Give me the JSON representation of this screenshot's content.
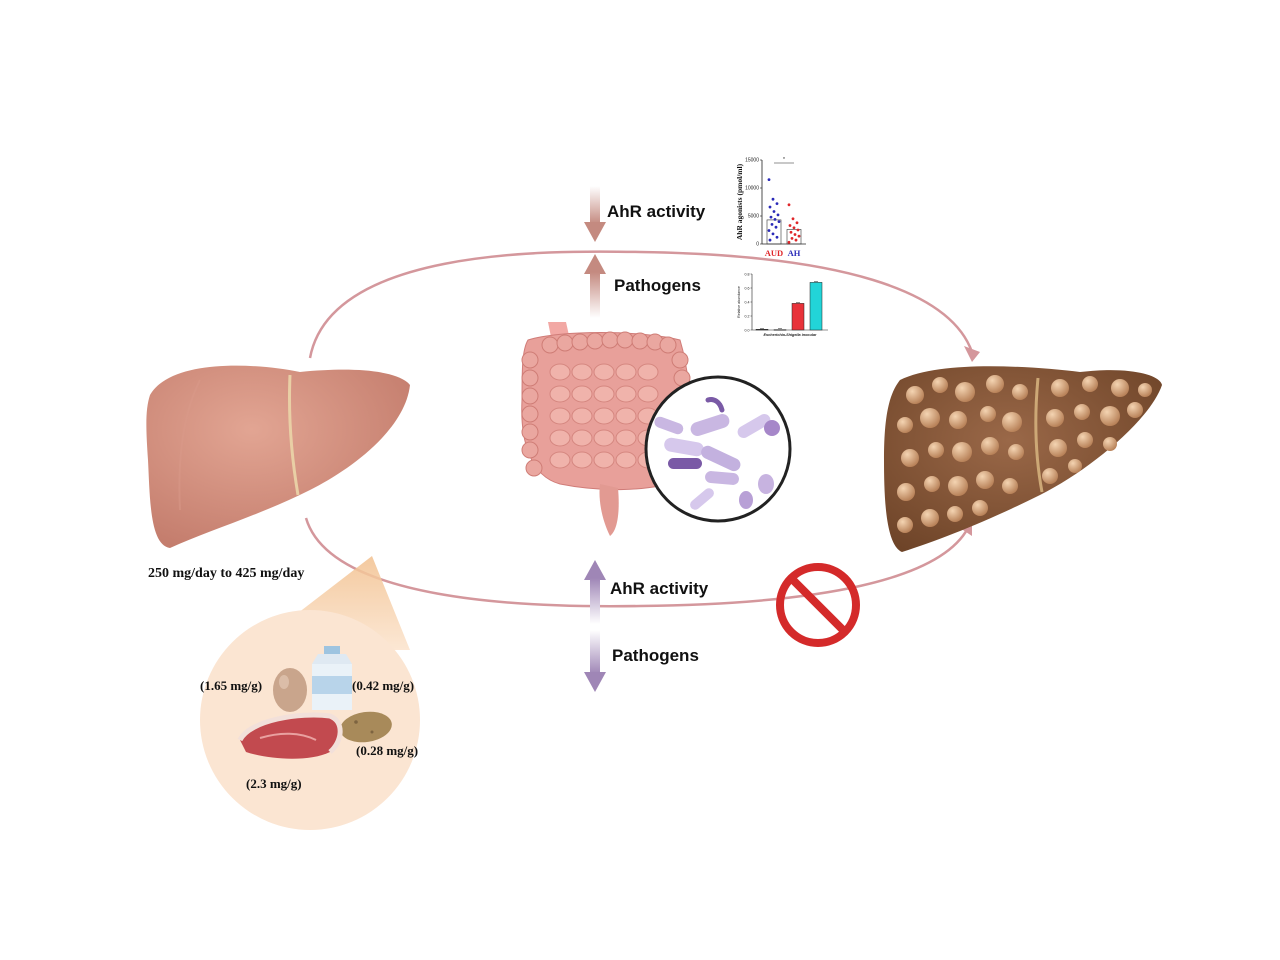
{
  "labels": {
    "ahr_activity_top": "AhR activity",
    "pathogens_top": "Pathogens",
    "ahr_activity_bottom": "AhR activity",
    "pathogens_bottom": "Pathogens",
    "daily_intake": "250 mg/day to 425 mg/day"
  },
  "foods": {
    "egg": "(1.65 mg/g)",
    "milk": "(0.42 mg/g)",
    "potato": "(0.28 mg/g)",
    "meat": "(2.3 mg/g)"
  },
  "chart_data": [
    {
      "type": "scatter",
      "ylabel": "AhR agonists (pmol/ml)",
      "categories": [
        "AUD",
        "AH"
      ],
      "category_colors": [
        "#e0262a",
        "#2a2ab8"
      ],
      "yticks": [
        "0",
        "5000",
        "10000",
        "15000"
      ],
      "ylim": [
        0,
        15000
      ],
      "significance": "*",
      "bar_means": [
        4300,
        2600
      ],
      "series": [
        {
          "color": "#2a2ab8",
          "values": [
            11500,
            8000,
            7200,
            6600,
            5800,
            5200,
            4800,
            4400,
            4000,
            3500,
            3000,
            2400,
            1800,
            1200,
            700
          ]
        },
        {
          "color": "#e0262a",
          "values": [
            7000,
            4500,
            3800,
            3300,
            2900,
            2500,
            2100,
            1700,
            1400,
            1000,
            700,
            300
          ]
        }
      ]
    },
    {
      "type": "bar",
      "ylabel": "Relative abundance",
      "xlabel": "Escherichia-Shigella inocular",
      "yticks": [
        "0.0",
        "0.2",
        "0.4",
        "0.6",
        "0.8"
      ],
      "ylim": [
        0,
        0.8
      ],
      "values": [
        0.01,
        0.005,
        0.38,
        0.68
      ],
      "colors": [
        "#555555",
        "#555555",
        "#e8323a",
        "#22d4d8"
      ]
    }
  ],
  "colors": {
    "arrow_top": "#c48a80",
    "arrow_bottom": "#a48ab8",
    "cycle": "#d4979c",
    "healthy_liver": "#d4907f",
    "diseased_liver": "#8a5a3c",
    "prohibition": "#d42a2a"
  },
  "icons": [
    "healthy-liver",
    "diseased-liver",
    "intestine",
    "bacteria-magnified",
    "egg",
    "milk-carton",
    "potato",
    "steak",
    "prohibition-sign"
  ]
}
